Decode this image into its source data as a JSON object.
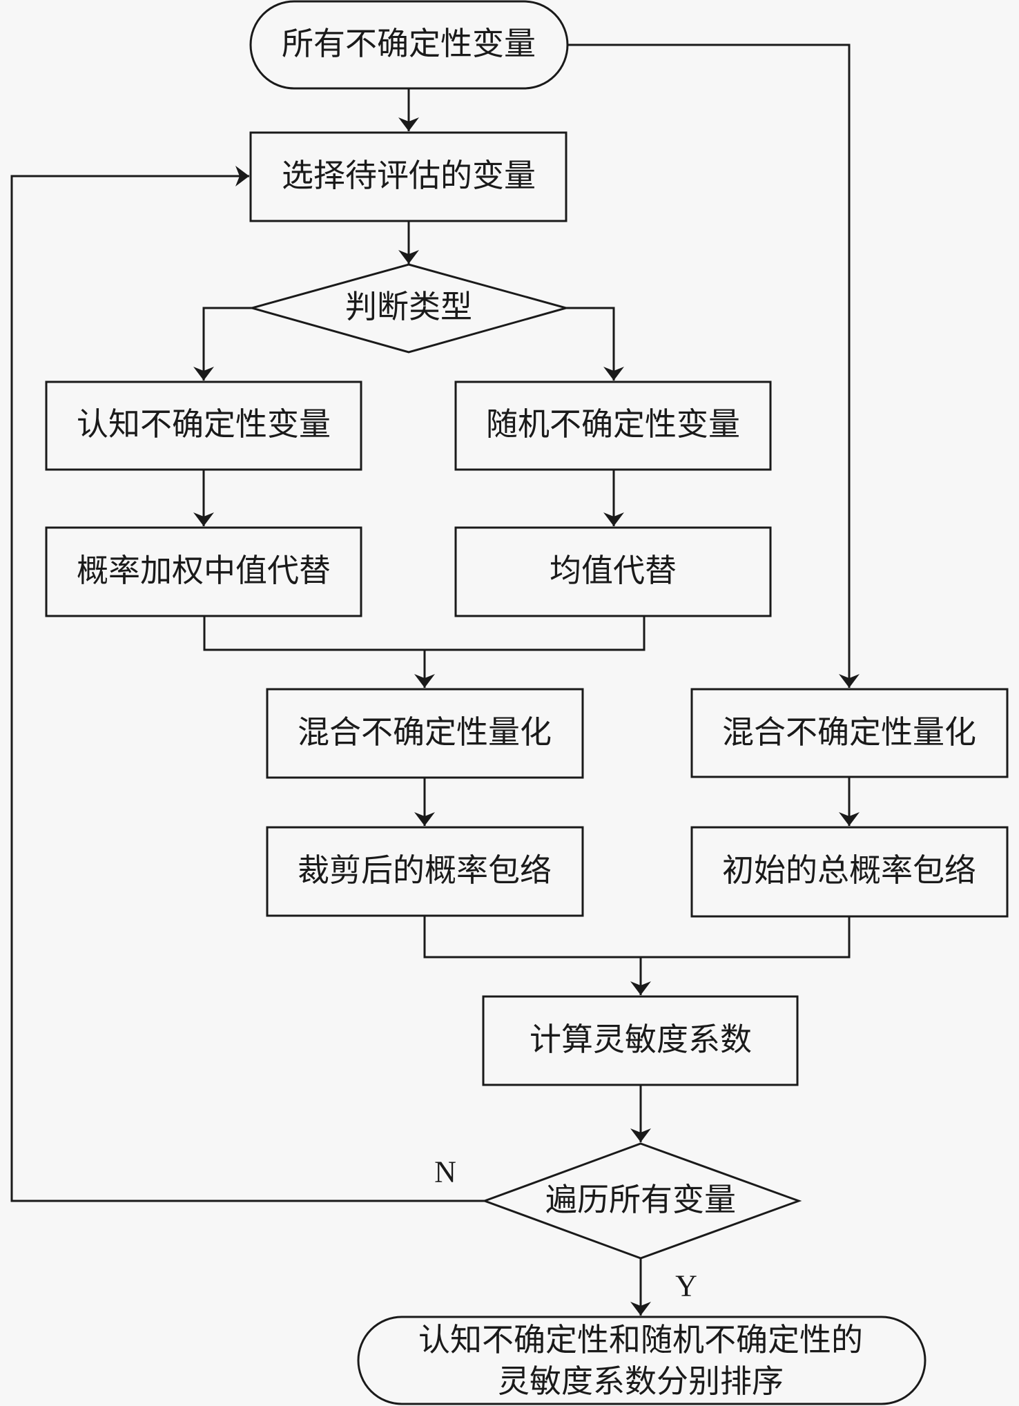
{
  "diagram": {
    "type": "flowchart",
    "nodes": {
      "start": "所有不确定性变量",
      "select": "选择待评估的变量",
      "judge": "判断类型",
      "epistemic": "认知不确定性变量",
      "aleatory": "随机不确定性变量",
      "weighted_median": "概率加权中值代替",
      "mean_sub": "均值代替",
      "mixed_quant_left": "混合不确定性量化",
      "mixed_quant_right": "混合不确定性量化",
      "clipped_pbox": "裁剪后的概率包络",
      "initial_pbox": "初始的总概率包络",
      "calc_sensitivity": "计算灵敏度系数",
      "traverse": "遍历所有变量",
      "end_line1": "认知不确定性和随机不确定性的",
      "end_line2": "灵敏度系数分别排序"
    },
    "edge_labels": {
      "no": "N",
      "yes": "Y"
    },
    "edges": [
      {
        "from": "start",
        "to": "select"
      },
      {
        "from": "start",
        "to": "mixed_quant_right"
      },
      {
        "from": "select",
        "to": "judge"
      },
      {
        "from": "judge",
        "to": "epistemic"
      },
      {
        "from": "judge",
        "to": "aleatory"
      },
      {
        "from": "epistemic",
        "to": "weighted_median"
      },
      {
        "from": "aleatory",
        "to": "mean_sub"
      },
      {
        "from": "weighted_median",
        "to": "mixed_quant_left"
      },
      {
        "from": "mean_sub",
        "to": "mixed_quant_left"
      },
      {
        "from": "mixed_quant_left",
        "to": "clipped_pbox"
      },
      {
        "from": "mixed_quant_right",
        "to": "initial_pbox"
      },
      {
        "from": "clipped_pbox",
        "to": "calc_sensitivity"
      },
      {
        "from": "initial_pbox",
        "to": "calc_sensitivity"
      },
      {
        "from": "calc_sensitivity",
        "to": "traverse"
      },
      {
        "from": "traverse",
        "to": "select",
        "label": "N"
      },
      {
        "from": "traverse",
        "to": "end",
        "label": "Y"
      }
    ]
  }
}
